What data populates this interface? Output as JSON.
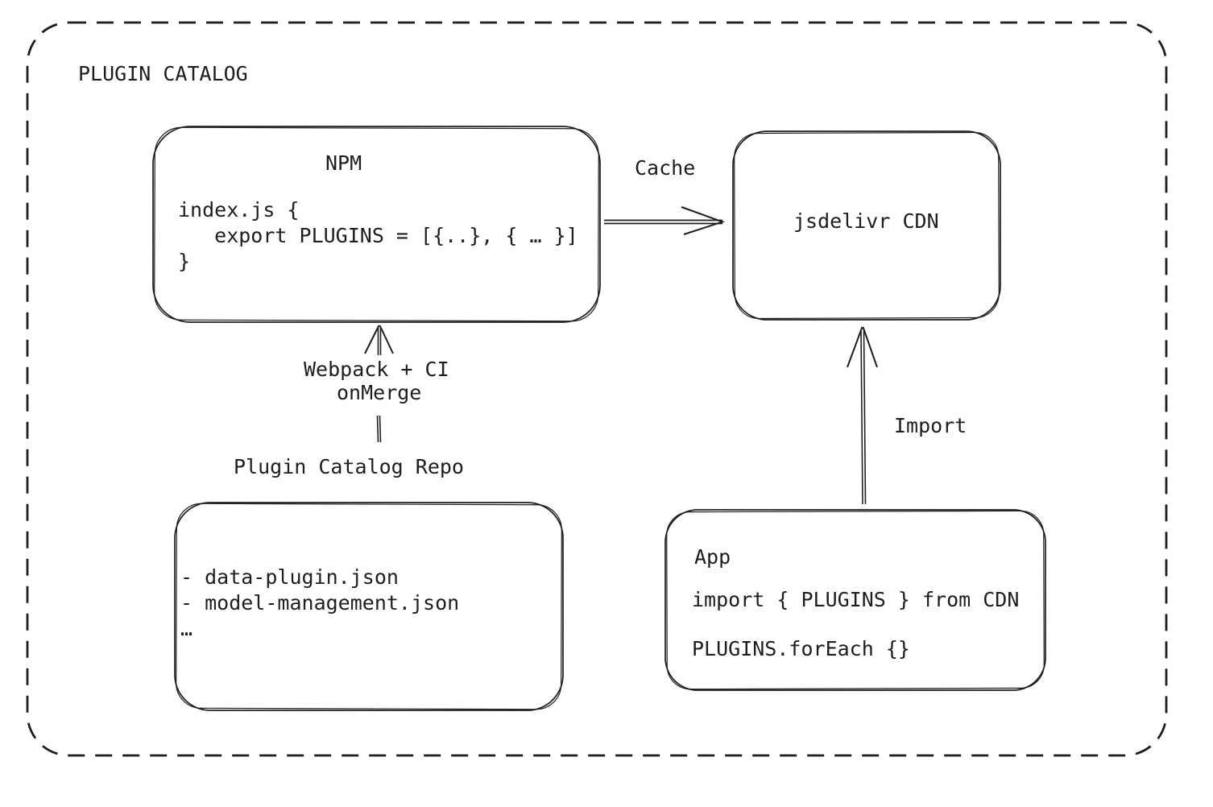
{
  "diagram": {
    "title": "PLUGIN CATALOG",
    "colors": {
      "stroke": "#1e1e1e",
      "background": "#ffffff"
    },
    "nodes": {
      "npm": {
        "title": "NPM",
        "code": [
          "index.js {",
          "   export PLUGINS = [{..}, { … }]",
          "}"
        ]
      },
      "cdn": {
        "label": "jsdelivr CDN"
      },
      "repo": {
        "title": "Plugin Catalog Repo",
        "files": [
          "- data-plugin.json",
          "- model-management.json",
          "…"
        ]
      },
      "app": {
        "title": "App",
        "code": [
          "import { PLUGINS } from CDN",
          "PLUGINS.forEach {}"
        ]
      }
    },
    "edges": {
      "cache": {
        "label": "Cache"
      },
      "build": {
        "label_line1": "Webpack + CI",
        "label_line2": "onMerge"
      },
      "import": {
        "label": "Import"
      }
    }
  }
}
